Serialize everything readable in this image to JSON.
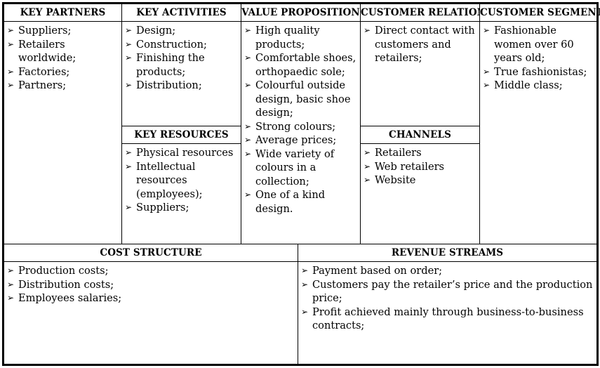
{
  "key_partners": {
    "title": "KEY PARTNERS",
    "items": [
      "Suppliers;",
      "Retailers worldwide;",
      "Factories;",
      "Partners;"
    ]
  },
  "key_activities": {
    "title": "KEY ACTIVITIES",
    "items": [
      "Design;",
      "Construction;",
      "Finishing the products;",
      "Distribution;"
    ]
  },
  "key_resources": {
    "title": "KEY RESOURCES",
    "items": [
      "Physical resources",
      "Intellectual resources (employees);",
      "Suppliers;"
    ]
  },
  "value_proposition": {
    "title": "VALUE PROPOSITION",
    "items": [
      "High quality products;",
      "Comfortable shoes, orthopaedic sole;",
      "Colourful outside design, basic shoe design;",
      "Strong colours;",
      "Average prices;",
      "Wide variety of colours in a collection;",
      "One of a kind design."
    ]
  },
  "customer_relations": {
    "title": "CUSTOMER RELATIONS",
    "items": [
      "Direct contact with customers and retailers;"
    ]
  },
  "channels": {
    "title": "CHANNELS",
    "items": [
      "Retailers",
      " Web retailers",
      " Website"
    ]
  },
  "customer_segment": {
    "title": "CUSTOMER SEGMENT",
    "items": [
      "Fashionable women over 60 years old;",
      "True fashionistas;",
      "Middle class;"
    ]
  },
  "cost_structure": {
    "title": "COST STRUCTURE",
    "items": [
      "Production costs;",
      "Distribution costs;",
      "Employees salaries;"
    ]
  },
  "revenue_streams": {
    "title": "REVENUE STREAMS",
    "items": [
      "Payment based on order;",
      "Customers pay the retailer’s price and the production price;",
      "Profit achieved mainly through business-to-business contracts;"
    ]
  },
  "bullet_glyph": "➢"
}
